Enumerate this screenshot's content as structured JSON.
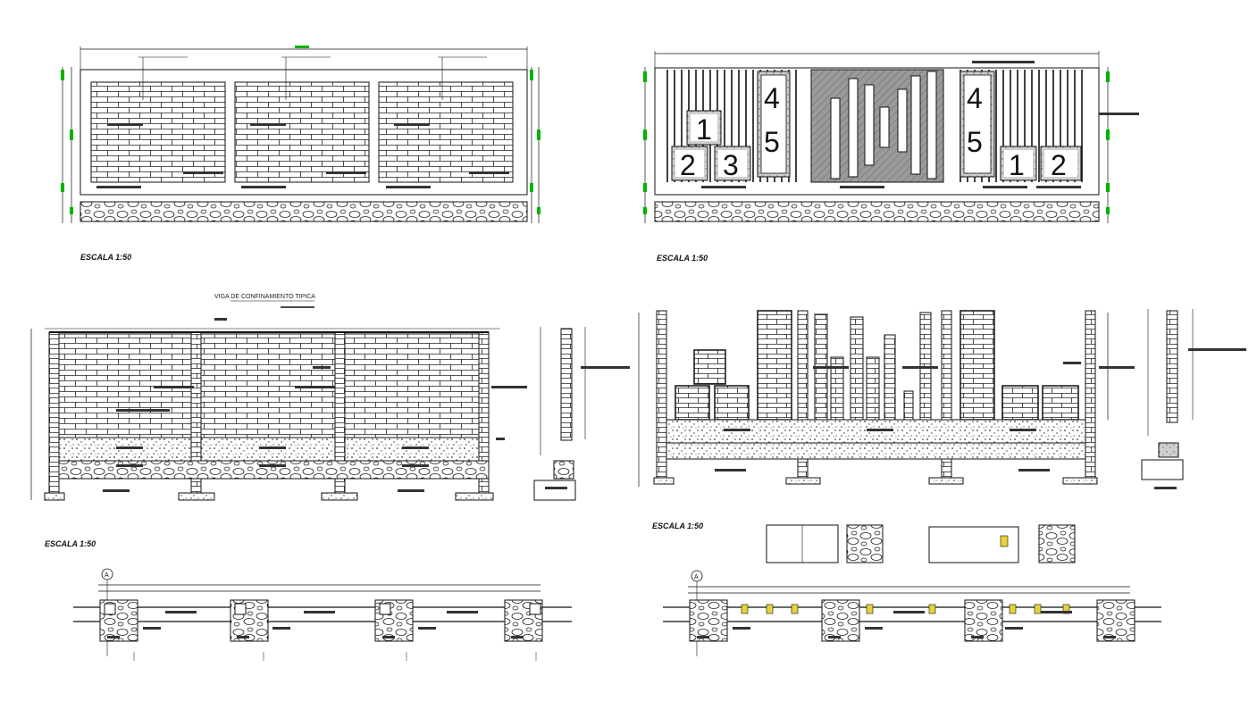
{
  "scale_labels": {
    "top_left": "ESCALA 1:50",
    "top_right": "ESCALA 1:50",
    "middle_left": "ESCALA 1:50",
    "middle_right": "ESCALA 1:50"
  },
  "section_title": "VIGA DE CONFINAMIENTO TIPICA",
  "panel_numbers": {
    "left_group": [
      "1",
      "2",
      "3",
      "4",
      "5"
    ],
    "right_group": [
      "4",
      "5",
      "1",
      "2"
    ]
  },
  "axis_marker": "A",
  "colors": {
    "line": "#111111",
    "dimension": "#00b400",
    "fill_hatch": "#9a9a9a",
    "footing_highlight": "#e8d23a",
    "background": "#ffffff"
  }
}
